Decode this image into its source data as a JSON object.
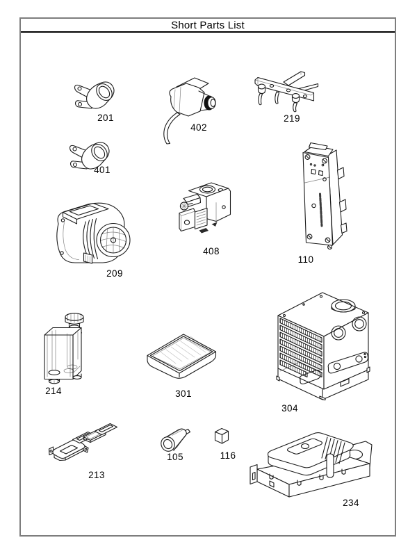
{
  "page": {
    "title": "Short Parts List",
    "ink_color": "#1a1a1a",
    "border_color": "#7d7d7d"
  },
  "parts": {
    "p201": {
      "label": "201",
      "icon": "limit-switch"
    },
    "p402": {
      "label": "402",
      "icon": "pressure-switch"
    },
    "p219": {
      "label": "219",
      "icon": "igniter-bracket"
    },
    "p401": {
      "label": "401",
      "icon": "limit-switch"
    },
    "p209": {
      "label": "209",
      "icon": "inducer-blower"
    },
    "p408": {
      "label": "408",
      "icon": "gas-valve"
    },
    "p110": {
      "label": "110",
      "icon": "control-board"
    },
    "p214": {
      "label": "214",
      "icon": "condensate-trap"
    },
    "p301": {
      "label": "301",
      "icon": "filter-pad"
    },
    "p304": {
      "label": "304",
      "icon": "heat-exchanger"
    },
    "p213": {
      "label": "213",
      "icon": "sight-glass-kit"
    },
    "p105": {
      "label": "105",
      "icon": "plug-fitting"
    },
    "p116": {
      "label": "116",
      "icon": "block"
    },
    "p234": {
      "label": "234",
      "icon": "condensate-pump"
    }
  }
}
